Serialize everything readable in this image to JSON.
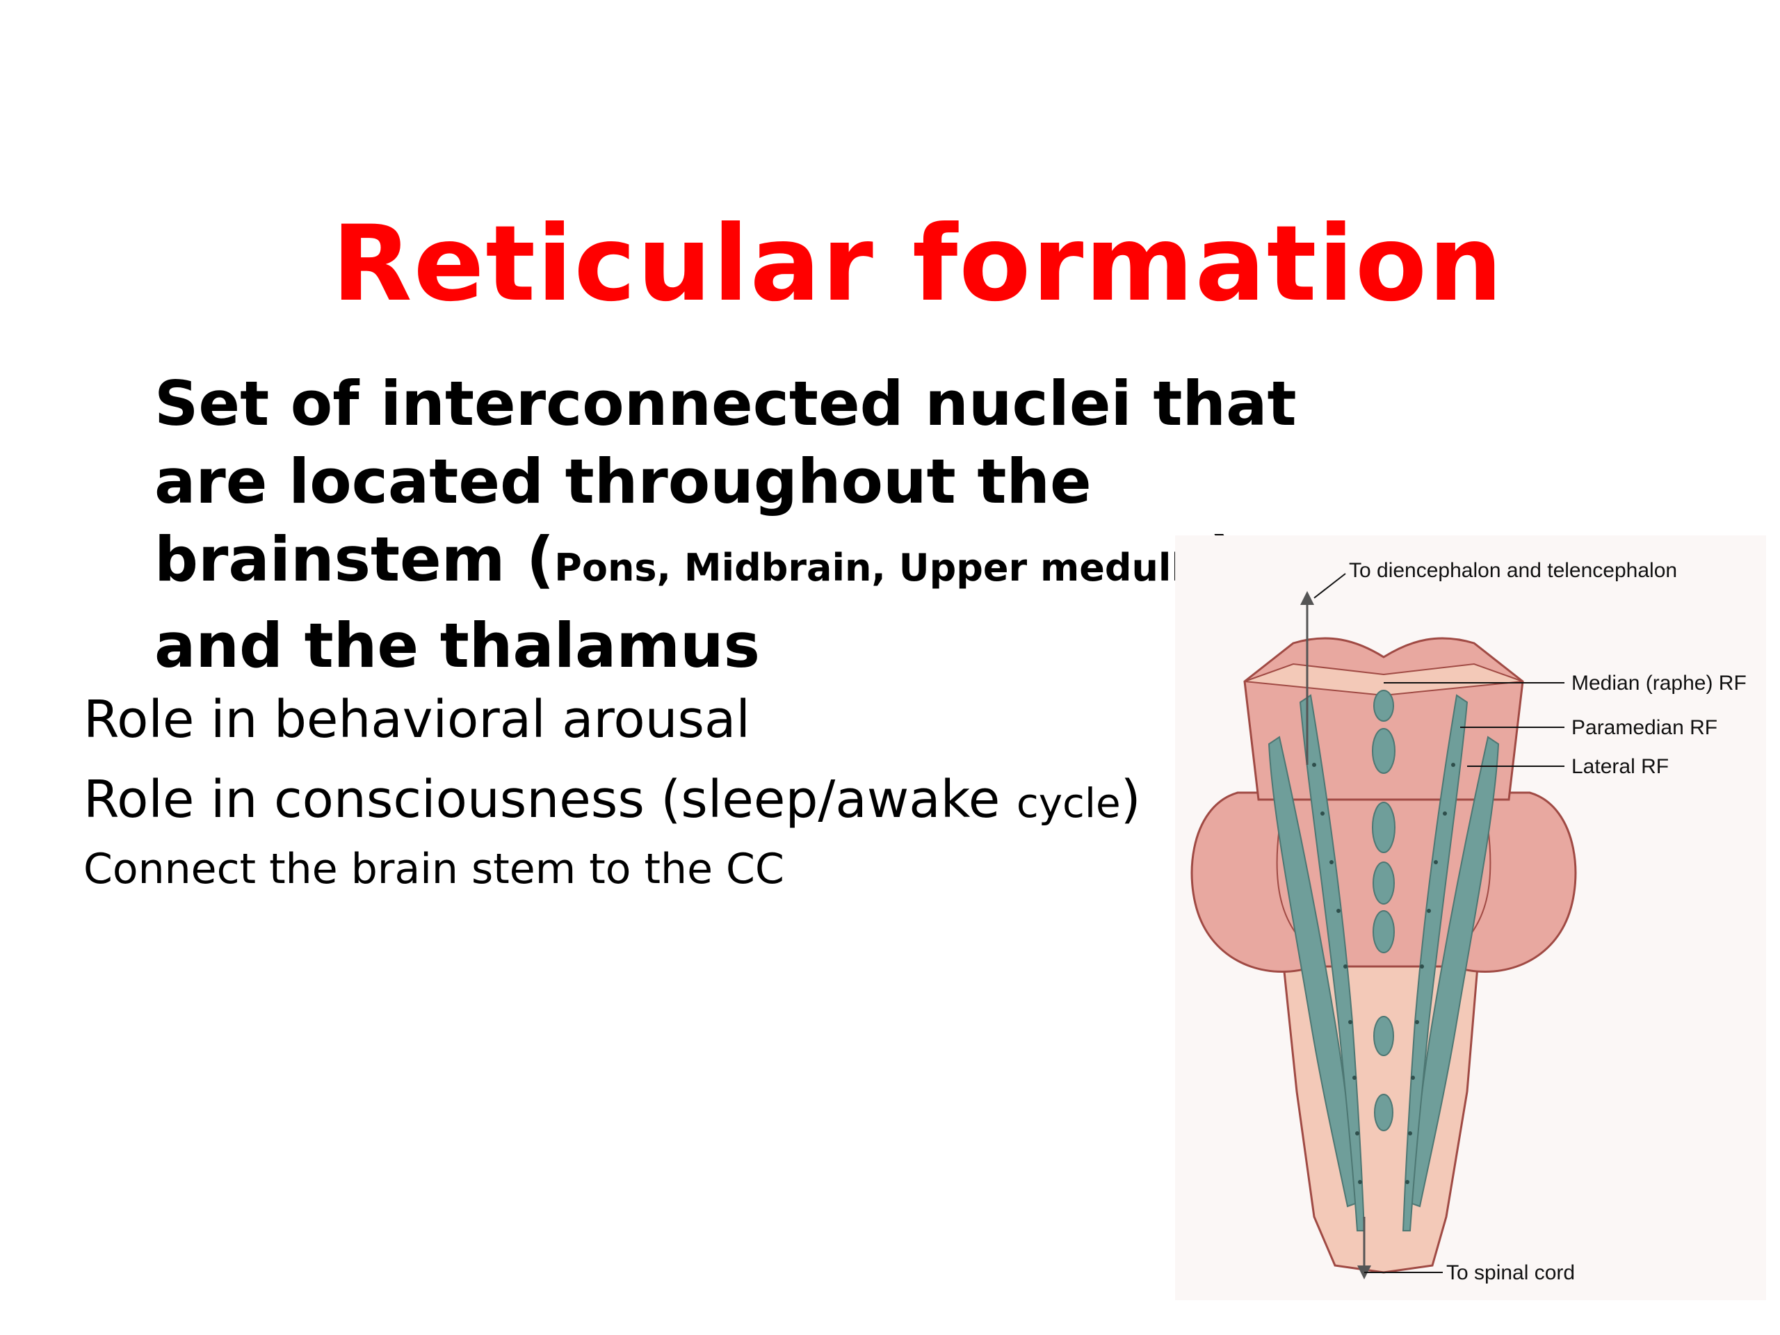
{
  "slide": {
    "title": "Reticular formation",
    "intro": {
      "line1": "Set of interconnected nuclei that",
      "line2": "are located throughout the",
      "line3_start": "brainstem (",
      "line3_small": "Pons, Midbrain, Upper medulla",
      "line3_end": "),",
      "line4": "and the thalamus"
    },
    "role1": "Role in  behavioral arousal",
    "role2_main": "Role in  consciousness (sleep/awake ",
    "role2_small": "cycle",
    "role2_end": ")",
    "connect": "Connect the brain stem to the CC"
  },
  "figure": {
    "label_top": "To diencephalon and telencephalon",
    "label_median": "Median (raphe) RF",
    "label_paramedian": "Paramedian RF",
    "label_lateral": "Lateral RF",
    "label_bottom": "To spinal cord",
    "colors": {
      "tissue": "#e8a8a0",
      "tissue_dark": "#c97a72",
      "tissue_light": "#f3c9b8",
      "nuclei": "#6f9e9a",
      "outline": "#a04a44"
    }
  }
}
